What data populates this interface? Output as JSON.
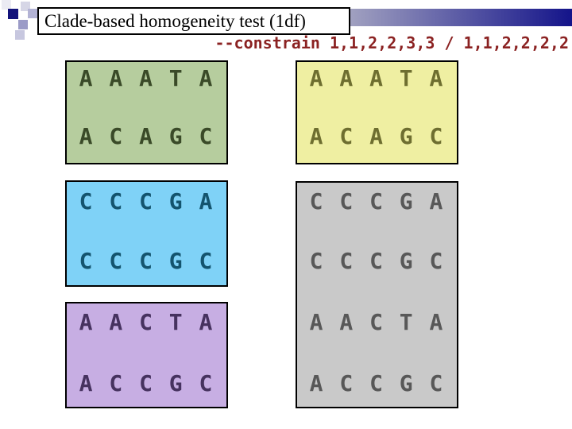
{
  "slide": {
    "title": "Clade-based homogeneity test (1df)",
    "constraint_command": "--constrain 1,1,2,2,3,3 / 1,1,2,2,2,2",
    "constraint_color": "#8b2222",
    "accent_navy": "#14148a",
    "bar_gradient_start": "#a6a6c2",
    "bar_gradient_end": "#14148a"
  },
  "decoration": {
    "name": "pixel-mosaic",
    "squares": [
      {
        "color": "#ebebf3"
      },
      {
        "color": "#d6d6e6"
      },
      {
        "color": "#13137b"
      },
      {
        "color": "#b3b3d5"
      },
      {
        "color": "#9b9bc7"
      },
      {
        "color": "#c7c7df"
      }
    ]
  },
  "partitions": {
    "left": {
      "clades": [
        {
          "background": "#b6cd9e",
          "text_color": "#3a4a28",
          "rows": [
            "A A A T A",
            "A C A G C"
          ]
        },
        {
          "background": "#7fd2f7",
          "text_color": "#14546e",
          "rows": [
            "C C C G A",
            "C C C G C"
          ]
        },
        {
          "background": "#c7aee3",
          "text_color": "#46325f",
          "rows": [
            "A A C T A",
            "A C C G C"
          ]
        }
      ]
    },
    "right": {
      "clades": [
        {
          "background": "#efefa2",
          "text_color": "#6e6e30",
          "rows": [
            "A A A T A",
            "A C A G C"
          ]
        },
        {
          "background": "#c9c9c9",
          "text_color": "#585858",
          "rows": [
            "C C C G A",
            "C C C G C",
            "A A C T A",
            "A C C G C"
          ]
        }
      ]
    }
  }
}
